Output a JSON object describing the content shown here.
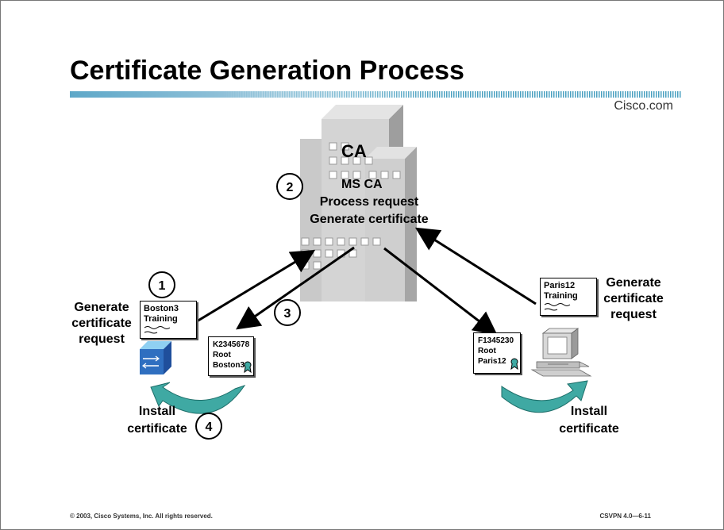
{
  "slide": {
    "title": "Certificate Generation Process",
    "brand": "Cisco.com",
    "footer_left": "© 2003, Cisco Systems, Inc. All rights reserved.",
    "footer_right": "CSVPN 4.0—6-11"
  },
  "ca": {
    "title": "CA",
    "name": "MS CA",
    "action_1": "Process request",
    "action_2": "Generate certificate"
  },
  "steps": [
    "1",
    "2",
    "3",
    "4"
  ],
  "left": {
    "request_label": [
      "Generate",
      "certificate",
      "request"
    ],
    "request_card": [
      "Boston3",
      "Training"
    ],
    "cert_card": [
      "K2345678",
      "Root",
      "Boston3"
    ],
    "install_label": [
      "Install",
      "certificate"
    ]
  },
  "right": {
    "request_label": [
      "Generate",
      "certificate",
      "request"
    ],
    "request_card": [
      "Paris12",
      "Training"
    ],
    "cert_card": [
      "F1345230",
      "Root",
      "Paris12"
    ],
    "install_label": [
      "Install",
      "certificate"
    ]
  },
  "colors": {
    "building": "#c8c8c8",
    "arrow": "#000000",
    "install_arrow": "#3fa9a3",
    "router": "#2f6fc0"
  },
  "icons": [
    "building-icon",
    "router-icon",
    "pc-icon",
    "certificate-seal-icon",
    "curved-install-arrow-icon"
  ]
}
